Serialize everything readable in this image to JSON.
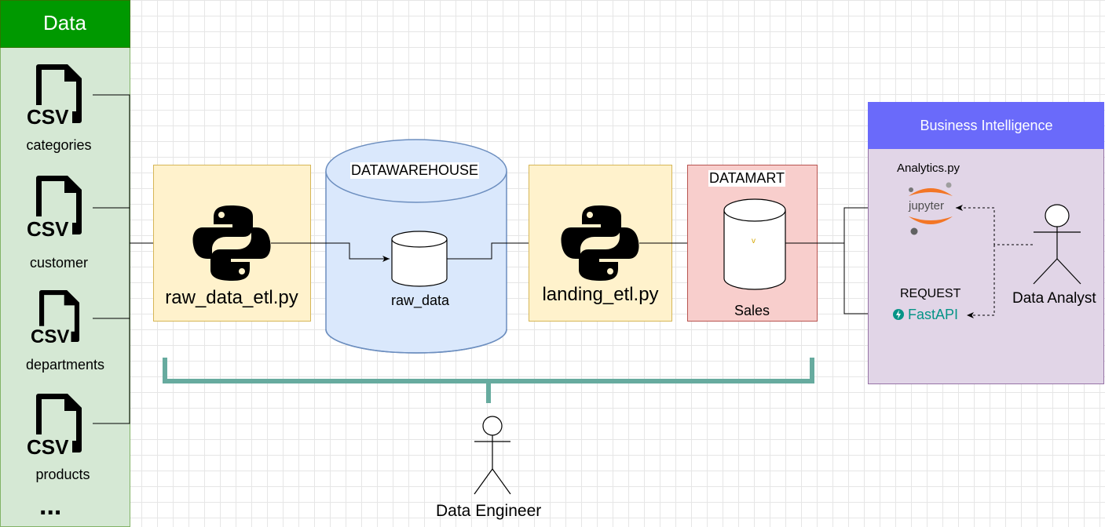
{
  "data_panel": {
    "title": "Data",
    "files": [
      {
        "icon": "csv-file-icon",
        "badge": "CSV",
        "label": "categories"
      },
      {
        "icon": "csv-file-icon",
        "badge": "CSV",
        "label": "customer"
      },
      {
        "icon": "csv-file-icon",
        "badge": "CSV",
        "label": "departments"
      },
      {
        "icon": "csv-file-icon",
        "badge": "CSV",
        "label": "products"
      }
    ],
    "more": "..."
  },
  "etl_raw": {
    "label": "raw_data_etl.py",
    "icon": "python-icon"
  },
  "datawarehouse": {
    "title": "DATAWAREHOUSE",
    "table": "raw_data"
  },
  "etl_landing": {
    "label": "landing_etl.py",
    "icon": "python-icon"
  },
  "datamart": {
    "title": "DATAMART",
    "table": "Sales",
    "mark": "v"
  },
  "bi_panel": {
    "title": "Business Intelligence",
    "analytics_label": "Analytics.py",
    "jupyter_text": "jupyter",
    "request_label": "REQUEST",
    "fastapi_text": "FastAPI"
  },
  "actors": {
    "analyst": "Data Analyst",
    "engineer": "Data Engineer"
  },
  "colors": {
    "data_header": "#009900",
    "data_panel": "#d5e8d4",
    "etl_box": "#fff2cc",
    "etl_border": "#d6b656",
    "warehouse": "#dae8fc",
    "warehouse_border": "#6c8ebf",
    "datamart": "#f8cecc",
    "datamart_border": "#b85450",
    "bi_header": "#6a6afa",
    "bi_panel": "#e1d5e7",
    "bi_border": "#9673a6",
    "bracket": "#67ab9f",
    "jupyter_orange": "#f37626",
    "fastapi_teal": "#059487"
  }
}
